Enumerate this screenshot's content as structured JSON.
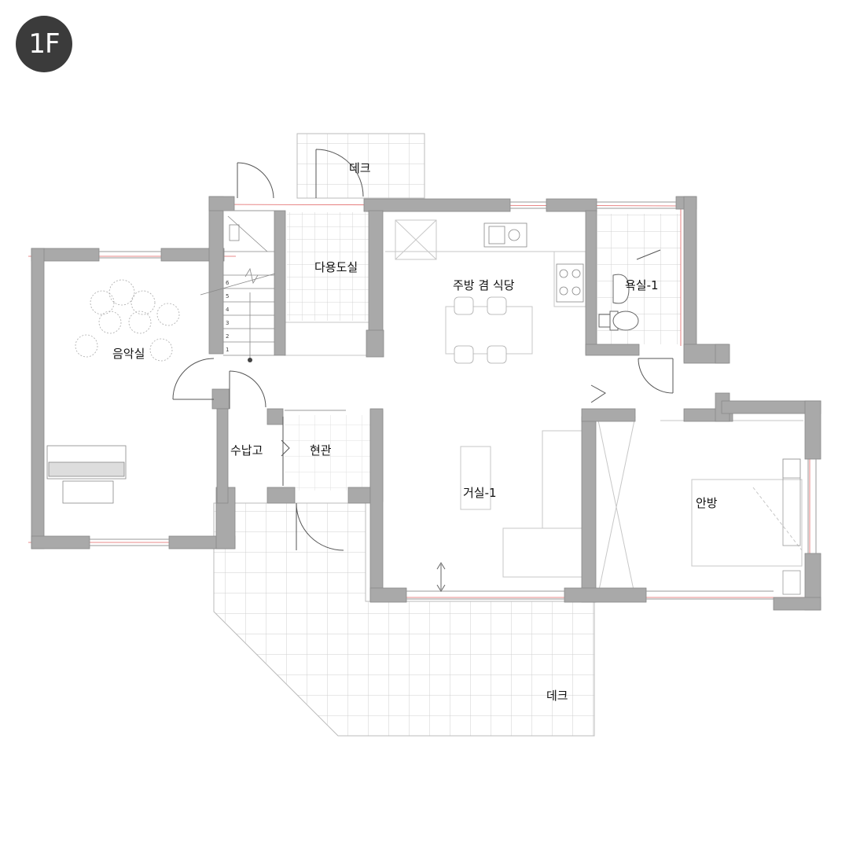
{
  "floor_badge": "1F",
  "rooms": {
    "deck_top": "데크",
    "utility": "다용도실",
    "kitchen": "주방 겸 식당",
    "bath": "욕실-1",
    "music": "음악실",
    "storage": "수납고",
    "entrance": "현관",
    "living": "거실-1",
    "master": "안방",
    "deck_bottom": "데크"
  },
  "stairs": [
    "1",
    "2",
    "3",
    "4",
    "5",
    "6"
  ],
  "colors": {
    "wall": "#a9a9a9",
    "wall_edge": "#888888",
    "line": "#bfbfbf",
    "red": "#e06060",
    "badge": "#3b3b3b"
  }
}
